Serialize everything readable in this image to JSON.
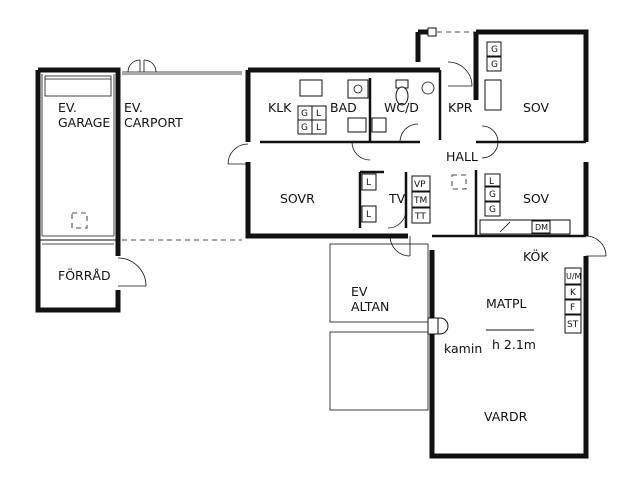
{
  "rooms": {
    "ev_garage_1": "EV.",
    "ev_garage_2": "GARAGE",
    "ev_carport_1": "EV.",
    "ev_carport_2": "CARPORT",
    "forrad": "FÖRRÅD",
    "klk": "KLK",
    "bad": "BAD",
    "wcd": "WC/D",
    "kpr": "KPR",
    "sov_top": "SOV",
    "hall": "HALL",
    "sovr": "SOVR",
    "tv": "TV",
    "sov_mid": "SOV",
    "kok": "KÖK",
    "ev_altan_1": "EV",
    "ev_altan_2": "ALTAN",
    "matpl": "MATPL",
    "kamin": "kamin",
    "height": "h 2.1m",
    "vardr": "VARDR"
  },
  "fixtures": {
    "g1": "G",
    "l1": "L",
    "g2": "G",
    "l2": "L",
    "g_sov1": "G",
    "g_sov2": "G",
    "l_tv": "L",
    "l_tv2": "L",
    "vp": "VP",
    "tm": "TM",
    "tt": "TT",
    "l_sov": "L",
    "g_sov3": "G",
    "g_sov4": "G",
    "dm": "DM",
    "um": "U/M",
    "k1": "K",
    "f1": "F",
    "st": "ST"
  }
}
